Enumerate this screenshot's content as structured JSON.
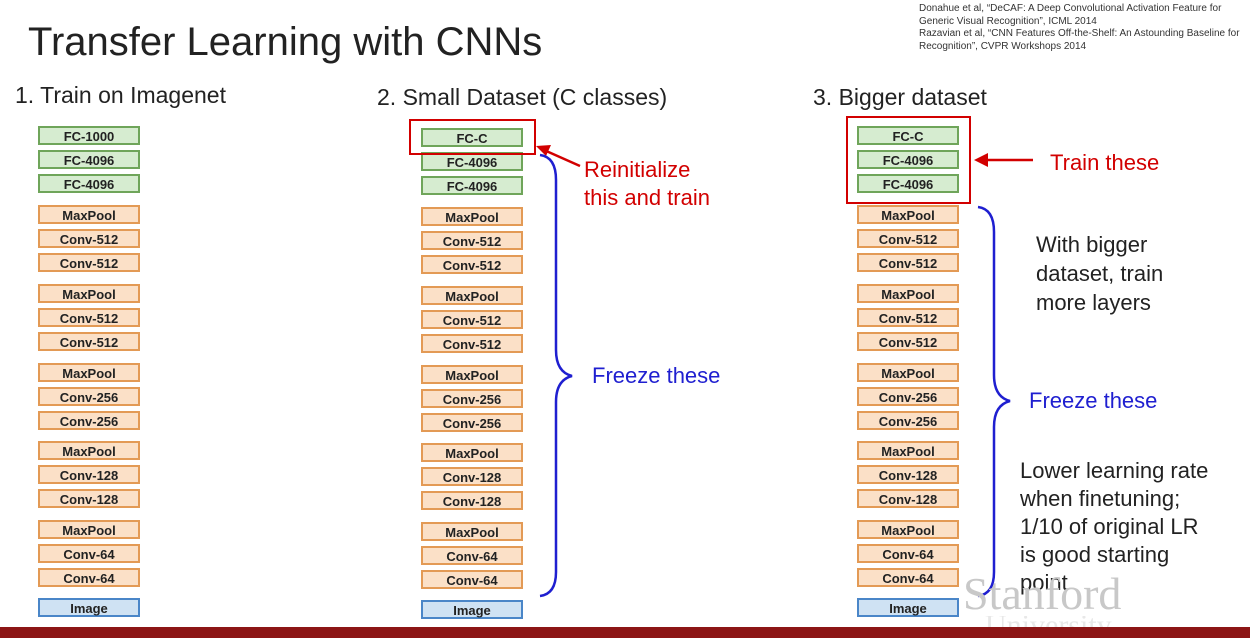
{
  "title": "Transfer Learning with CNNs",
  "citations": [
    "Donahue et al, “DeCAF: A Deep Convolutional Activation Feature for Generic Visual Recognition”, ICML 2014",
    "Razavian et al, “CNN Features Off-the-Shelf: An Astounding Baseline for Recognition”, CVPR Workshops 2014"
  ],
  "columns": [
    {
      "heading": "1. Train on Imagenet",
      "layers": [
        "FC-1000",
        "FC-4096",
        "FC-4096",
        "MaxPool",
        "Conv-512",
        "Conv-512",
        "MaxPool",
        "Conv-512",
        "Conv-512",
        "MaxPool",
        "Conv-256",
        "Conv-256",
        "MaxPool",
        "Conv-128",
        "Conv-128",
        "MaxPool",
        "Conv-64",
        "Conv-64",
        "Image"
      ]
    },
    {
      "heading": "2. Small Dataset (C classes)",
      "layers": [
        "FC-C",
        "FC-4096",
        "FC-4096",
        "MaxPool",
        "Conv-512",
        "Conv-512",
        "MaxPool",
        "Conv-512",
        "Conv-512",
        "MaxPool",
        "Conv-256",
        "Conv-256",
        "MaxPool",
        "Conv-128",
        "Conv-128",
        "MaxPool",
        "Conv-64",
        "Conv-64",
        "Image"
      ]
    },
    {
      "heading": "3. Bigger dataset",
      "layers": [
        "FC-C",
        "FC-4096",
        "FC-4096",
        "MaxPool",
        "Conv-512",
        "Conv-512",
        "MaxPool",
        "Conv-512",
        "Conv-512",
        "MaxPool",
        "Conv-256",
        "Conv-256",
        "MaxPool",
        "Conv-128",
        "Conv-128",
        "MaxPool",
        "Conv-64",
        "Conv-64",
        "Image"
      ]
    }
  ],
  "annotations": {
    "reinit": [
      "Reinitialize",
      "this and train"
    ],
    "freeze_small": "Freeze these",
    "train_these": "Train these",
    "bigger_note": [
      "With bigger",
      "dataset, train",
      "more layers"
    ],
    "freeze_big": "Freeze these",
    "lr_note": [
      "Lower learning rate",
      "when finetuning;",
      "1/10 of original LR",
      "is good starting",
      "point"
    ]
  },
  "watermark": "Stanford",
  "watermark_2": "University",
  "colors": {
    "fc_fill": "#d6ecd0",
    "fc_border": "#6fa55a",
    "conv_fill": "#fbe0c7",
    "conv_border": "#e39a55",
    "image_fill": "#cfe2f3",
    "image_border": "#4a86c8",
    "highlight_red": "#d20000",
    "bracket_blue": "#1f1fd0",
    "footer": "#8c1515"
  }
}
